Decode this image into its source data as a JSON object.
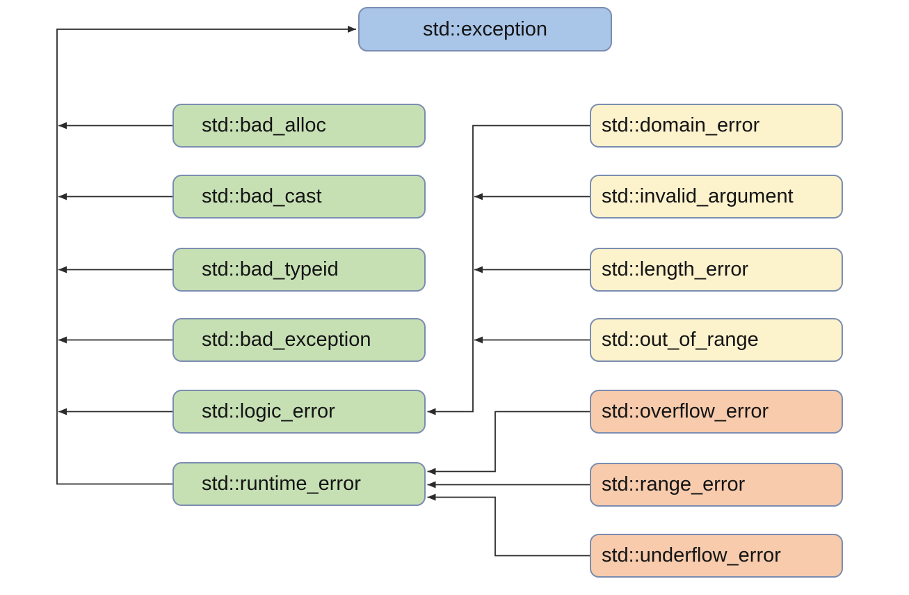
{
  "palette": {
    "root_fill": "#a9c5e8",
    "exception_child_fill": "#c6e0b4",
    "logic_child_fill": "#fcf2cc",
    "runtime_child_fill": "#f7cbac",
    "box_border": "#7b8db0",
    "line": "#2b2b2b",
    "background": "#ffffff",
    "text": "#141414"
  },
  "nodes": {
    "exception": {
      "label": "std::exception"
    },
    "bad_alloc": {
      "label": "std::bad_alloc"
    },
    "bad_cast": {
      "label": "std::bad_cast"
    },
    "bad_typeid": {
      "label": "std::bad_typeid"
    },
    "bad_exception": {
      "label": "std::bad_exception"
    },
    "logic_error": {
      "label": "std::logic_error"
    },
    "runtime_error": {
      "label": "std::runtime_error"
    },
    "domain_error": {
      "label": "std::domain_error"
    },
    "invalid_argument": {
      "label": "std::invalid_argument"
    },
    "length_error": {
      "label": "std::length_error"
    },
    "out_of_range": {
      "label": "std::out_of_range"
    },
    "overflow_error": {
      "label": "std::overflow_error"
    },
    "range_error": {
      "label": "std::range_error"
    },
    "underflow_error": {
      "label": "std::underflow_error"
    }
  },
  "edges": [
    {
      "from": "std::bad_alloc",
      "to": "std::exception"
    },
    {
      "from": "std::bad_cast",
      "to": "std::exception"
    },
    {
      "from": "std::bad_typeid",
      "to": "std::exception"
    },
    {
      "from": "std::bad_exception",
      "to": "std::exception"
    },
    {
      "from": "std::logic_error",
      "to": "std::exception"
    },
    {
      "from": "std::runtime_error",
      "to": "std::exception"
    },
    {
      "from": "std::domain_error",
      "to": "std::logic_error"
    },
    {
      "from": "std::invalid_argument",
      "to": "std::logic_error"
    },
    {
      "from": "std::length_error",
      "to": "std::logic_error"
    },
    {
      "from": "std::out_of_range",
      "to": "std::logic_error"
    },
    {
      "from": "std::overflow_error",
      "to": "std::runtime_error"
    },
    {
      "from": "std::range_error",
      "to": "std::runtime_error"
    },
    {
      "from": "std::underflow_error",
      "to": "std::runtime_error"
    }
  ]
}
